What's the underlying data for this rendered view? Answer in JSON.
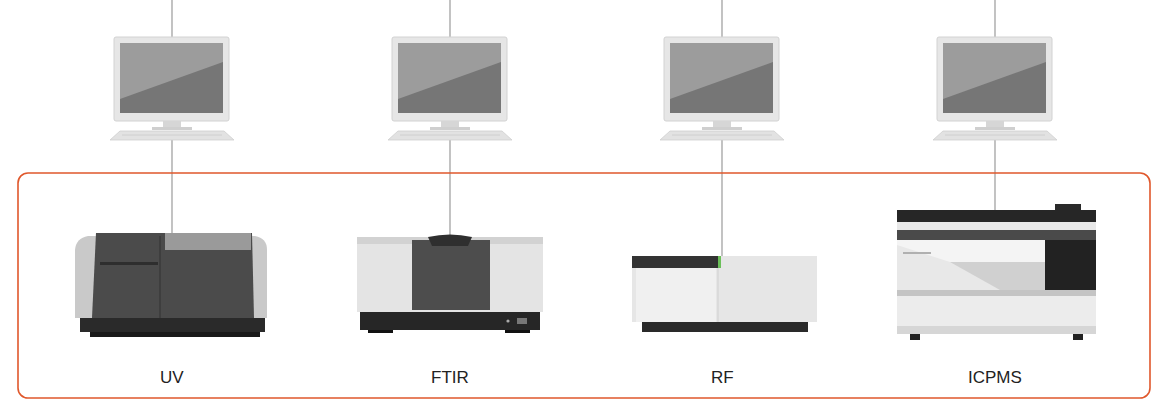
{
  "diagram": {
    "nodes": [
      {
        "text": [
          "UV"
        ]
      },
      {
        "text": [
          "FTIR"
        ]
      },
      {
        "text": [
          "RF"
        ]
      },
      {
        "text": [
          "ICPMS"
        ]
      }
    ]
  }
}
